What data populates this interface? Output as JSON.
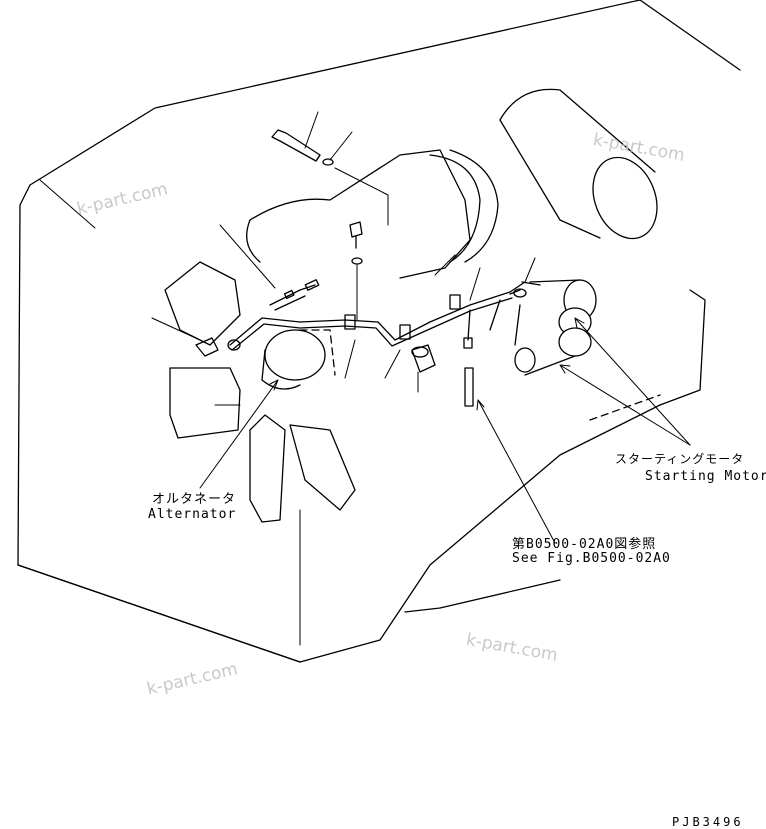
{
  "labels": {
    "alternator_jp": "オルタネータ",
    "alternator_en": "Alternator",
    "starting_motor_jp": "スターティングモータ",
    "starting_motor_en": "Starting Motor",
    "see_fig_jp": "第B0500-02A0図参照",
    "see_fig_en": "See Fig.B0500-02A0"
  },
  "drawing_code": "PJB3496",
  "watermark": "k-part.com"
}
